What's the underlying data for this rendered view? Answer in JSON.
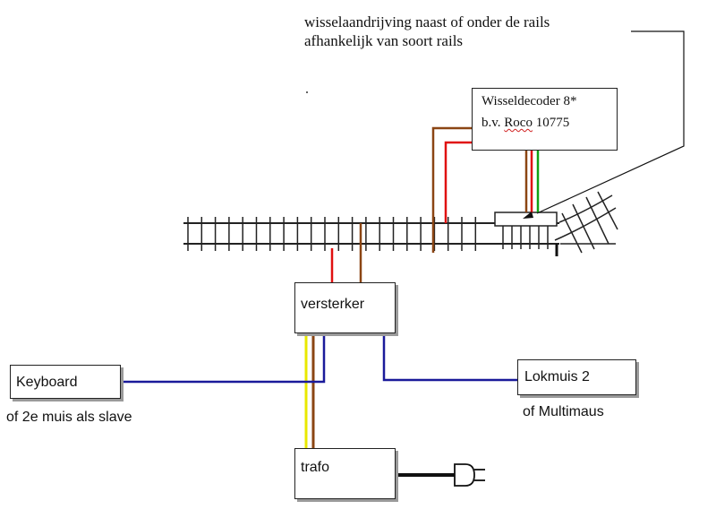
{
  "note": {
    "line1": "wisselaandrijving  naast of onder de rails",
    "line2": "afhankelijk van soort rails"
  },
  "decoder": {
    "line1": "Wisseldecoder  8*",
    "line2_prefix": "b.v. ",
    "line2_brand": "Roco",
    "line2_suffix": " 10775"
  },
  "booster": {
    "label": "versterker"
  },
  "transformer": {
    "label": "trafo"
  },
  "keyboard": {
    "label": "Keyboard",
    "caption": "of 2e muis als slave"
  },
  "lokmuis": {
    "label": "Lokmuis 2",
    "caption": "of Multimaus"
  },
  "colors": {
    "track": "#222222",
    "wire_brown": "#8b4513",
    "wire_red": "#e01010",
    "wire_green": "#12a012",
    "wire_blue": "#1a1a9a",
    "wire_yellow": "#e8e800",
    "wire_black": "#111111"
  },
  "icons": {
    "power_plug": "plug-icon",
    "turnout_motor": "turnout-motor-icon"
  }
}
